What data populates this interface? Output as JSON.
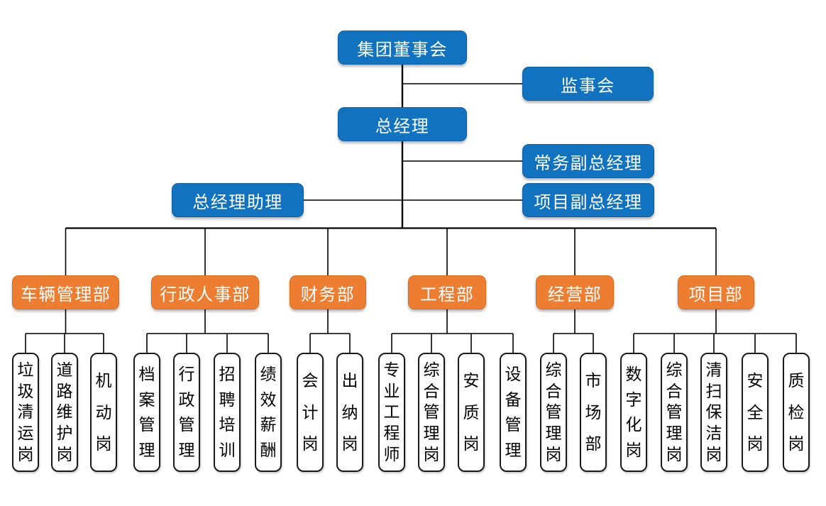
{
  "colors": {
    "executive_fill": "#1173BF",
    "executive_border": "#0D5EA6",
    "department_fill": "#ED7D31",
    "department_border": "#DC6B15",
    "position_fill": "#FFFFFF",
    "position_border": "#1A1A1A",
    "position_text": "#000000",
    "text_on_color": "#FFFFFF",
    "connector": "#000000"
  },
  "executives": {
    "board": {
      "label": "集团董事会"
    },
    "supervisory": {
      "label": "监事会"
    },
    "gm": {
      "label": "总经理"
    },
    "exec_deputy_gm": {
      "label": "常务副总经理"
    },
    "gm_assistant": {
      "label": "总经理助理"
    },
    "project_deputy_gm": {
      "label": "项目副总经理"
    }
  },
  "departments": [
    {
      "id": "vehicle-management",
      "label": "车辆管理部",
      "positions": [
        "垃圾清运岗",
        "道路维护岗",
        "机动岗"
      ]
    },
    {
      "id": "admin-hr",
      "label": "行政人事部",
      "positions": [
        "档案管理",
        "行政管理",
        "招聘培训",
        "绩效薪酬"
      ]
    },
    {
      "id": "finance",
      "label": "财务部",
      "positions": [
        "会计岗",
        "出纳岗"
      ]
    },
    {
      "id": "engineering",
      "label": "工程部",
      "positions": [
        "专业工程师",
        "综合管理岗",
        "安质岗",
        "设备管理"
      ]
    },
    {
      "id": "operations",
      "label": "经营部",
      "positions": [
        "综合管理岗",
        "市场部"
      ]
    },
    {
      "id": "project",
      "label": "项目部",
      "positions": [
        "数字化岗",
        "综合管理岗",
        "清扫保洁岗",
        "安全岗",
        "质检岗"
      ]
    }
  ]
}
